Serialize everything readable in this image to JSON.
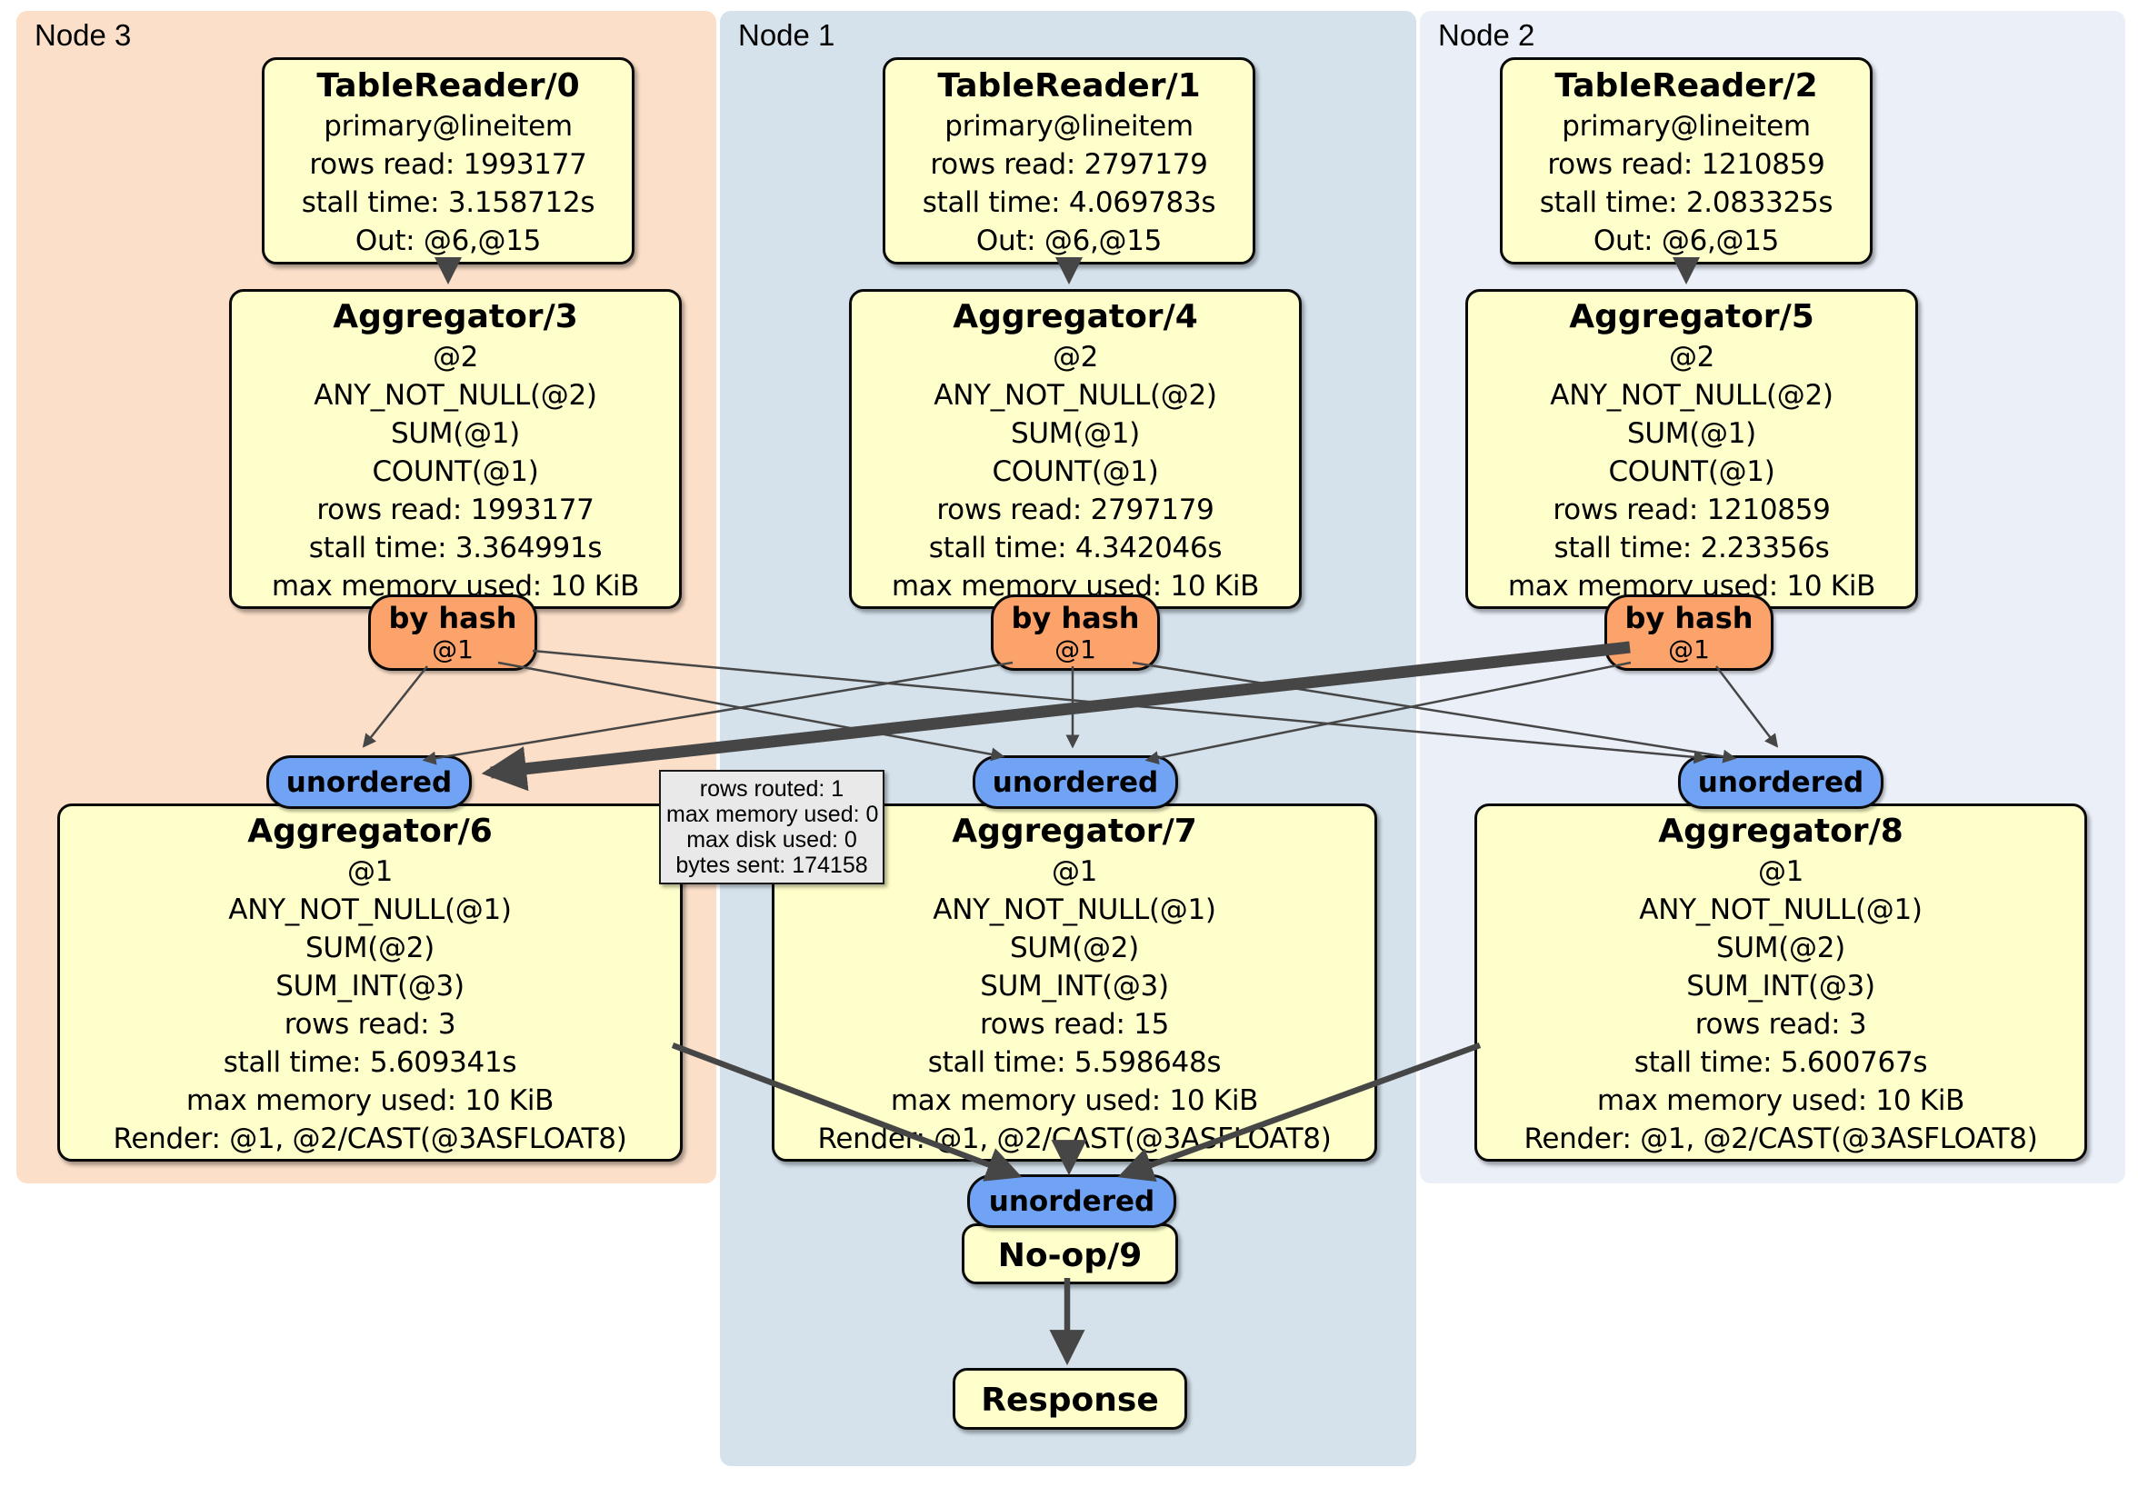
{
  "regions": {
    "node3": {
      "label": "Node 3"
    },
    "node1": {
      "label": "Node 1"
    },
    "node2": {
      "label": "Node 2"
    }
  },
  "colors": {
    "node3_bg": "#fbdfc9",
    "node1_bg": "#d5e2ec",
    "node2_bg": "#eaeff8",
    "box_bg": "#ffffcb",
    "router_bg": "#fba36a",
    "sync_bg": "#70a3f3",
    "edge": "#464646",
    "tooltip_bg": "#e9e9e9"
  },
  "boxes": {
    "tr0": {
      "title": "TableReader/0",
      "lines": [
        "primary@lineitem",
        "rows read: 1993177",
        "stall time: 3.158712s",
        "Out: @6,@15"
      ]
    },
    "tr1": {
      "title": "TableReader/1",
      "lines": [
        "primary@lineitem",
        "rows read: 2797179",
        "stall time: 4.069783s",
        "Out: @6,@15"
      ]
    },
    "tr2": {
      "title": "TableReader/2",
      "lines": [
        "primary@lineitem",
        "rows read: 1210859",
        "stall time: 2.083325s",
        "Out: @6,@15"
      ]
    },
    "agg3": {
      "title": "Aggregator/3",
      "lines": [
        "@2",
        "ANY_NOT_NULL(@2)",
        "SUM(@1)",
        "COUNT(@1)",
        "rows read: 1993177",
        "stall time: 3.364991s",
        "max memory used: 10 KiB"
      ]
    },
    "agg4": {
      "title": "Aggregator/4",
      "lines": [
        "@2",
        "ANY_NOT_NULL(@2)",
        "SUM(@1)",
        "COUNT(@1)",
        "rows read: 2797179",
        "stall time: 4.342046s",
        "max memory used: 10 KiB"
      ]
    },
    "agg5": {
      "title": "Aggregator/5",
      "lines": [
        "@2",
        "ANY_NOT_NULL(@2)",
        "SUM(@1)",
        "COUNT(@1)",
        "rows read: 1210859",
        "stall time: 2.23356s",
        "max memory used: 10 KiB"
      ]
    },
    "agg6": {
      "title": "Aggregator/6",
      "lines": [
        "@1",
        "ANY_NOT_NULL(@1)",
        "SUM(@2)",
        "SUM_INT(@3)",
        "rows read: 3",
        "stall time: 5.609341s",
        "max memory used: 10 KiB",
        "Render: @1, @2/CAST(@3ASFLOAT8)"
      ]
    },
    "agg7": {
      "title": "Aggregator/7",
      "lines": [
        "@1",
        "ANY_NOT_NULL(@1)",
        "SUM(@2)",
        "SUM_INT(@3)",
        "rows read: 15",
        "stall time: 5.598648s",
        "max memory used: 10 KiB",
        "Render: @1, @2/CAST(@3ASFLOAT8)"
      ]
    },
    "agg8": {
      "title": "Aggregator/8",
      "lines": [
        "@1",
        "ANY_NOT_NULL(@1)",
        "SUM(@2)",
        "SUM_INT(@3)",
        "rows read: 3",
        "stall time: 5.600767s",
        "max memory used: 10 KiB",
        "Render: @1, @2/CAST(@3ASFLOAT8)"
      ]
    },
    "noop": {
      "title": "No-op/9"
    },
    "response": {
      "title": "Response"
    }
  },
  "routers": {
    "r3": {
      "label": "by hash",
      "sub": "@1"
    },
    "r4": {
      "label": "by hash",
      "sub": "@1"
    },
    "r5": {
      "label": "by hash",
      "sub": "@1"
    }
  },
  "syncs": {
    "s6": {
      "label": "unordered"
    },
    "s7": {
      "label": "unordered"
    },
    "s8": {
      "label": "unordered"
    },
    "s9": {
      "label": "unordered"
    }
  },
  "tooltip": {
    "lines": [
      "rows routed: 1",
      "max memory used: 0",
      "max disk used: 0",
      "bytes sent: 174158"
    ]
  }
}
